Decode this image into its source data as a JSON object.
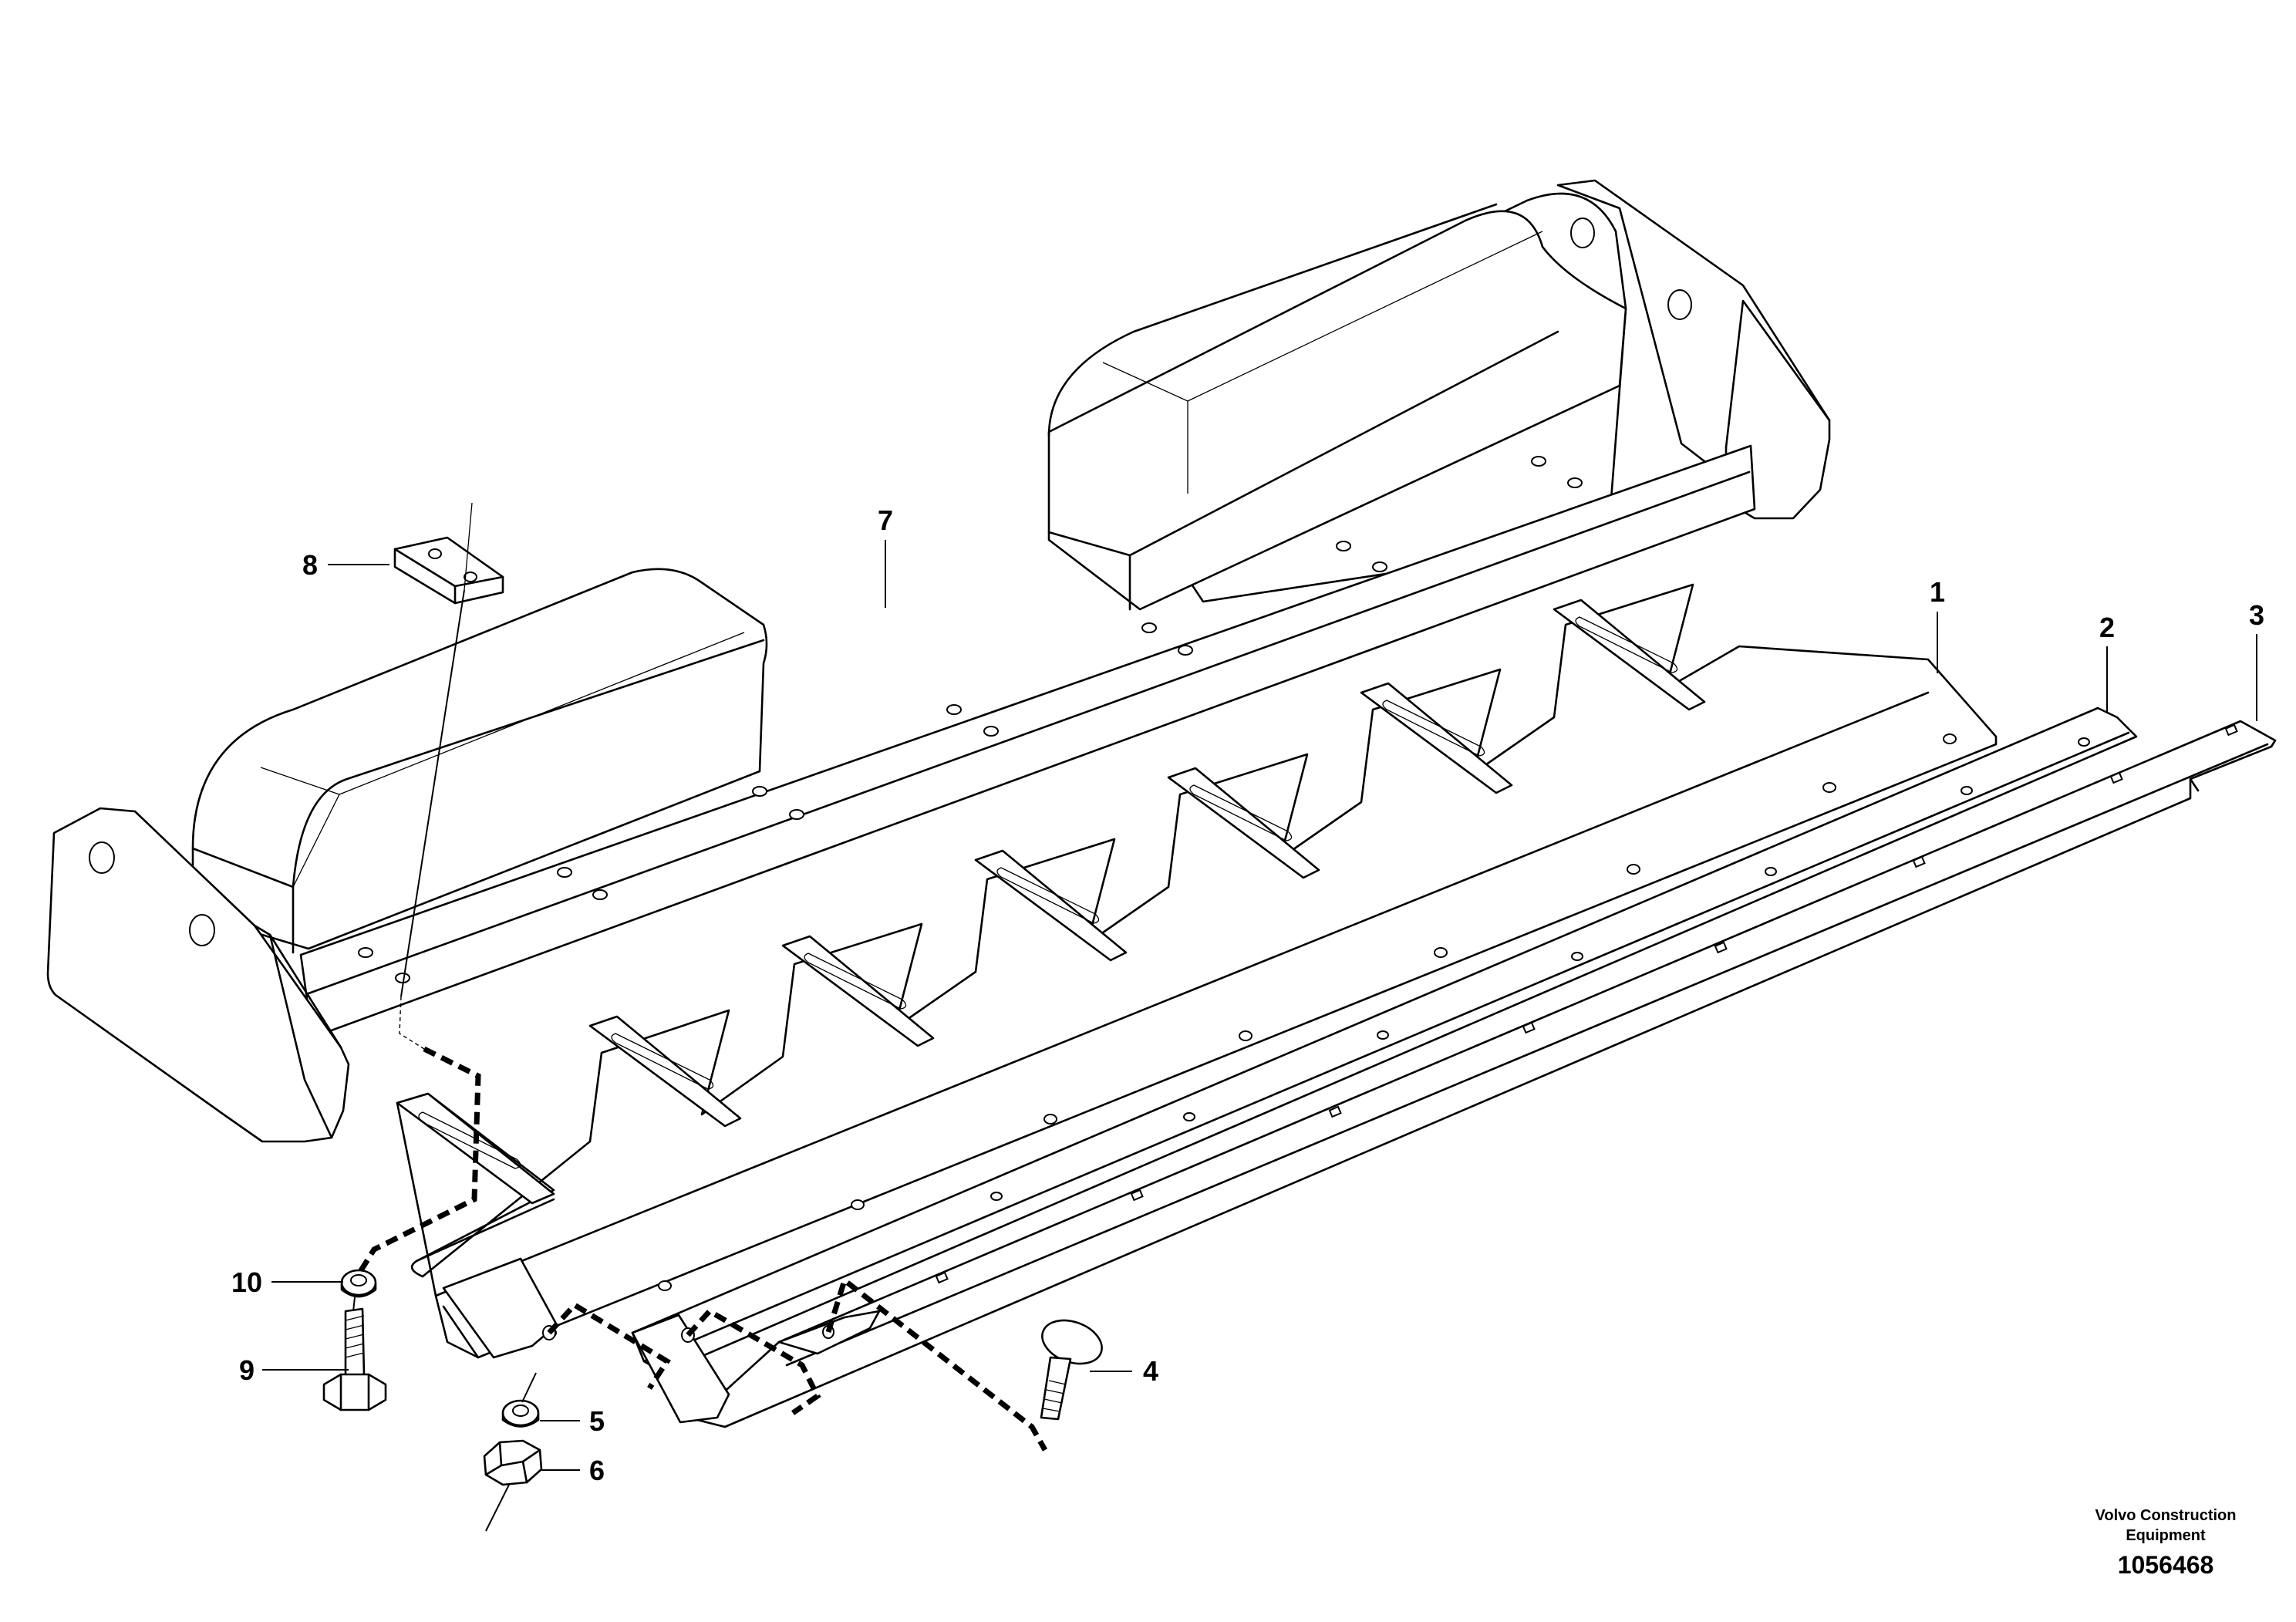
{
  "diagram": {
    "callouts": [
      {
        "id": "1",
        "label": "1"
      },
      {
        "id": "2",
        "label": "2"
      },
      {
        "id": "3",
        "label": "3"
      },
      {
        "id": "4",
        "label": "4"
      },
      {
        "id": "5",
        "label": "5"
      },
      {
        "id": "6",
        "label": "6"
      },
      {
        "id": "7",
        "label": "7"
      },
      {
        "id": "8",
        "label": "8"
      },
      {
        "id": "9",
        "label": "9"
      },
      {
        "id": "10",
        "label": "10"
      }
    ]
  },
  "footer": {
    "brand_line1": "Volvo Construction",
    "brand_line2": "Equipment",
    "drawing_number": "1056468"
  }
}
